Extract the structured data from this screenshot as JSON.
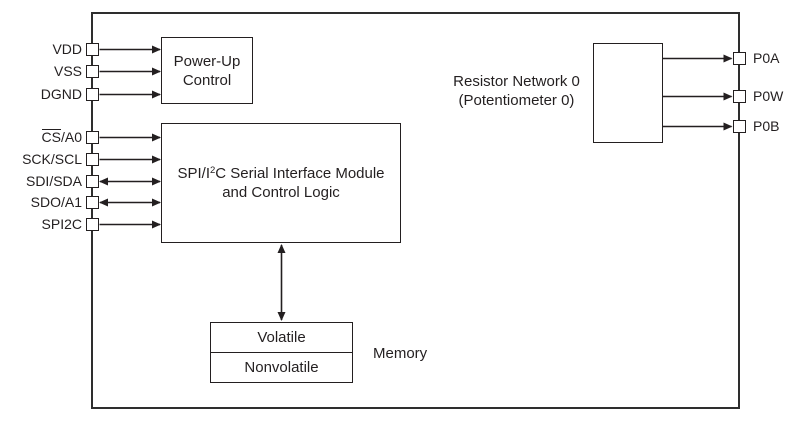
{
  "colors": {
    "background": "#ffffff",
    "line": "#231f20",
    "text": "#231f20"
  },
  "pins": {
    "left": [
      {
        "label": "VDD"
      },
      {
        "label": "VSS"
      },
      {
        "label": "DGND"
      },
      {
        "overline": "CS",
        "label": "/A0"
      },
      {
        "label": "SCK/SCL"
      },
      {
        "label": "SDI/SDA"
      },
      {
        "label": "SDO/A1"
      },
      {
        "label": "SPI2C"
      }
    ],
    "right": [
      {
        "label": "P0A"
      },
      {
        "label": "P0W"
      },
      {
        "label": "P0B"
      }
    ]
  },
  "blocks": {
    "power_up": {
      "line1": "Power-Up",
      "line2": "Control"
    },
    "interface": {
      "line1_pre": "SPI/I",
      "line1_sup": "2",
      "line1_post": "C Serial Interface Module",
      "line2": "and Control Logic"
    },
    "memory": {
      "cells": [
        "Volatile",
        "Nonvolatile"
      ],
      "label": "Memory"
    },
    "resistor_network": {
      "line1": "Resistor Network 0",
      "line2": "(Potentiometer 0)"
    }
  }
}
